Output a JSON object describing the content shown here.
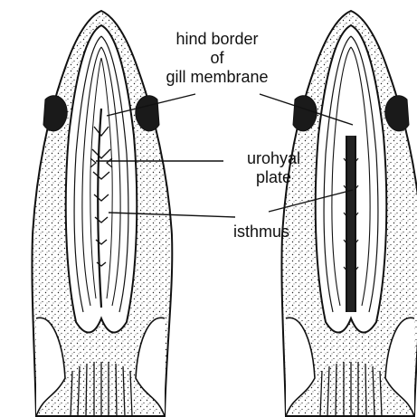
{
  "labels": {
    "hind_border": [
      "hind border",
      "of",
      "gill membrane"
    ],
    "urohyal": [
      "urohyal",
      "plate"
    ],
    "isthmus": "isthmus"
  },
  "colors": {
    "ink": "#111111",
    "paper": "#ffffff"
  }
}
